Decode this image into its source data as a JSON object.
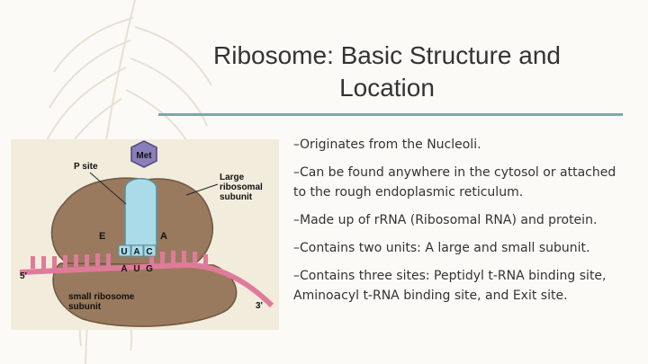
{
  "slide": {
    "title": "Ribosome: Basic Structure and Location",
    "bullets": [
      "–Originates from the Nucleoli.",
      "–Can be found anywhere in the cytosol or attached to the rough endoplasmic reticulum.",
      "–Made up of rRNA (Ribosomal RNA) and protein.",
      "–Contains two units: A large and small subunit.",
      "–Contains three sites: Peptidyl t-RNA binding site, Aminoacyl t-RNA binding site, and Exit site."
    ]
  },
  "diagram": {
    "met_label": "Met",
    "p_site_label": "P site",
    "large_subunit_label": [
      "Large",
      "ribosomal",
      "subunit"
    ],
    "e_site_label": "E",
    "a_site_label": "A",
    "anticodon": [
      "U",
      "A",
      "C"
    ],
    "codon": [
      "A",
      "U",
      "G"
    ],
    "five_prime_label": "5'",
    "three_prime_label": "3'",
    "small_subunit_label": [
      "small ribosome",
      "subunit"
    ]
  },
  "colors": {
    "accent_rule": "#7ea8a6",
    "ribosome": "#9a7a5e",
    "mrna": "#e07a9a",
    "trna": "#a9dbe8",
    "met": "#8a7fb8"
  }
}
